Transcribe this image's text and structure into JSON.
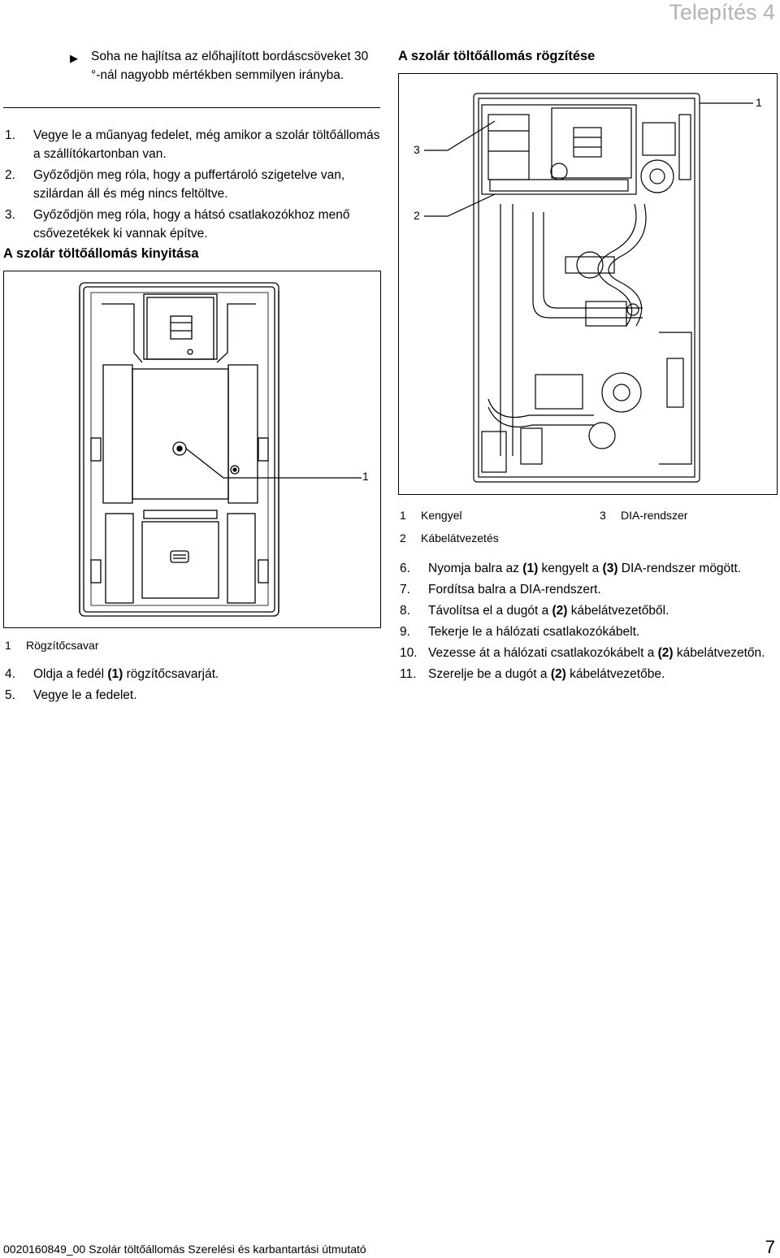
{
  "header": {
    "section_title": "Telepítés 4"
  },
  "left": {
    "warning": "Soha ne hajlítsa az előhajlított bordáscsöveket 30 °-nál nagyobb mértékben semmilyen irányba.",
    "steps_a": [
      {
        "num": "1.",
        "text": "Vegye le a műanyag fedelet, még amikor a szolár töltőállomás a szállítókartonban van."
      },
      {
        "num": "2.",
        "text": "Győződjön meg róla, hogy a puffertároló szigetelve van, szilárdan áll és még nincs feltöltve."
      },
      {
        "num": "3.",
        "text": "Győződjön meg róla, hogy a hátsó csatlakozókhoz menő csővezetékek ki vannak építve."
      }
    ],
    "heading_open": "A szolár töltőállomás kinyitása",
    "fig_callout": "1",
    "legend": [
      {
        "num": "1",
        "label": "Rögzítőcsavar"
      }
    ],
    "steps_b": [
      {
        "num": "4.",
        "pre": "Oldja a fedél ",
        "ref": "(1)",
        "post": " rögzítőcsavarját."
      },
      {
        "num": "5.",
        "pre": "Vegye le a fedelet.",
        "ref": "",
        "post": ""
      }
    ]
  },
  "right": {
    "heading_fix": "A szolár töltőállomás rögzítése",
    "callouts": {
      "c1": "1",
      "c2": "2",
      "c3": "3"
    },
    "legend": [
      {
        "num": "1",
        "label": "Kengyel"
      },
      {
        "num": "3",
        "label": "DIA-rendszer"
      },
      {
        "num": "2",
        "label": "Kábelátvezetés"
      }
    ],
    "steps": [
      {
        "num": "6.",
        "html": [
          "Nyomja balra az ",
          "(1)",
          " kengyelt a ",
          "(3)",
          " DIA-rendszer mögött."
        ]
      },
      {
        "num": "7.",
        "html": [
          "Fordítsa balra a DIA-rendszert."
        ]
      },
      {
        "num": "8.",
        "html": [
          "Távolítsa el a dugót a ",
          "(2)",
          " kábelátvezetőből."
        ]
      },
      {
        "num": "9.",
        "html": [
          "Tekerje le a hálózati csatlakozókábelt."
        ]
      },
      {
        "num": "10.",
        "html": [
          "Vezesse át a hálózati csatlakozókábelt a ",
          "(2)",
          " kábelátvezetőn."
        ]
      },
      {
        "num": "11.",
        "html": [
          "Szerelje be a dugót a ",
          "(2)",
          " kábelátvezetőbe."
        ]
      }
    ]
  },
  "footer": {
    "doc": "0020160849_00 Szolár töltőállomás Szerelési és karbantartási útmutató",
    "page": "7"
  }
}
